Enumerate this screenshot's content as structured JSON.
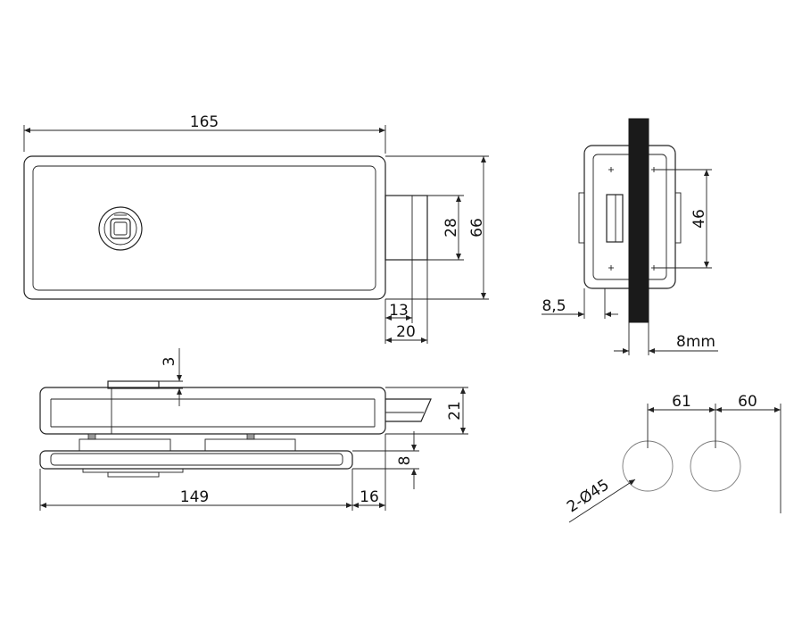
{
  "dimensions": {
    "d165": "165",
    "d66": "66",
    "d28": "28",
    "d13": "13",
    "d20": "20",
    "d46": "46",
    "d8_5": "8,5",
    "d8mm": "8mm",
    "d3": "3",
    "d21": "21",
    "d8": "8",
    "d149": "149",
    "d16": "16",
    "d61": "61",
    "d60": "60",
    "d2x45": "2-Ø45"
  }
}
